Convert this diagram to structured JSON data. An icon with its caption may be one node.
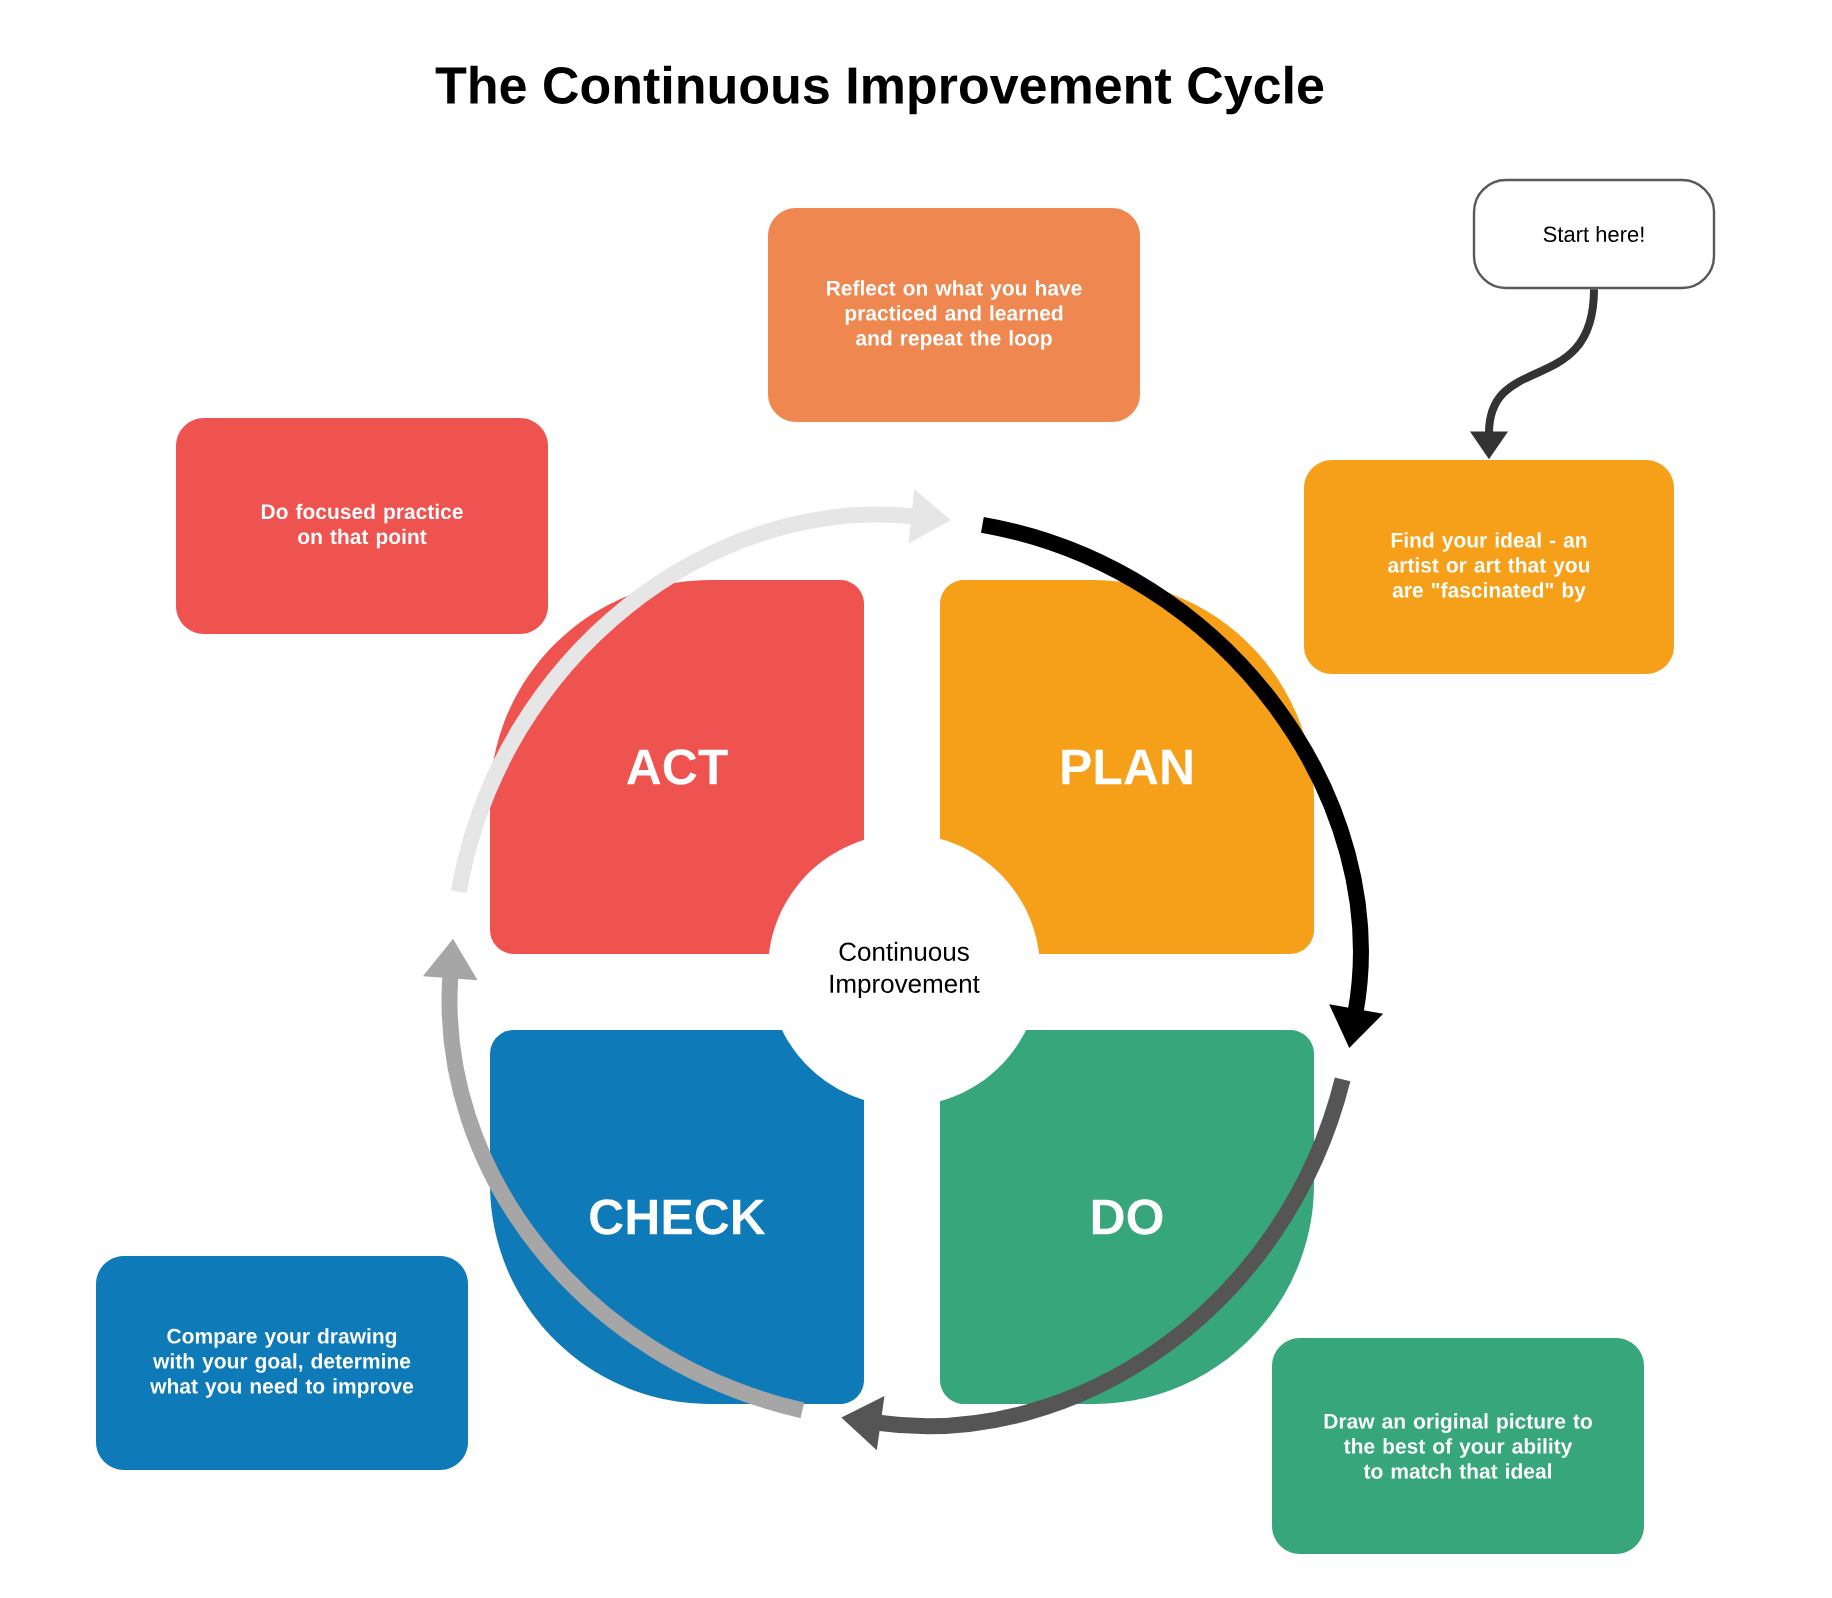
{
  "diagram": {
    "title": "The Continuous Improvement Cycle",
    "nodes": [
      {
        "text": [
          "Start here!"
        ]
      },
      {
        "text": [
          "Find your ideal - an artist or art that you are \"fascinated\" by"
        ]
      },
      {
        "text": [
          "Reflect on what you have practiced and learned and repeat the loop"
        ]
      },
      {
        "text": [
          "Do focused practice on that point"
        ]
      },
      {
        "text": [
          "Compare your drawing with your goal, determine what you need to improve"
        ]
      },
      {
        "text": [
          "Draw an original picture to the best of your ability to match that ideal"
        ]
      },
      {
        "text": [
          "ACT"
        ]
      },
      {
        "text": [
          "PLAN"
        ]
      },
      {
        "text": [
          "CHECK"
        ]
      },
      {
        "text": [
          "DO"
        ]
      },
      {
        "text": [
          "Continuous Improvement"
        ]
      }
    ],
    "edges": [
      {
        "from": 0,
        "to": 1,
        "arrow": "to",
        "color": "#333333"
      },
      {
        "from": 6,
        "to": 7,
        "arrow": "to",
        "color": "#e6e6e6"
      },
      {
        "from": 7,
        "to": 9,
        "arrow": "to",
        "color": "#000000"
      },
      {
        "from": 9,
        "to": 8,
        "arrow": "to",
        "color": "#555555"
      },
      {
        "from": 8,
        "to": 6,
        "arrow": "to",
        "color": "#a6a6a6"
      }
    ]
  }
}
